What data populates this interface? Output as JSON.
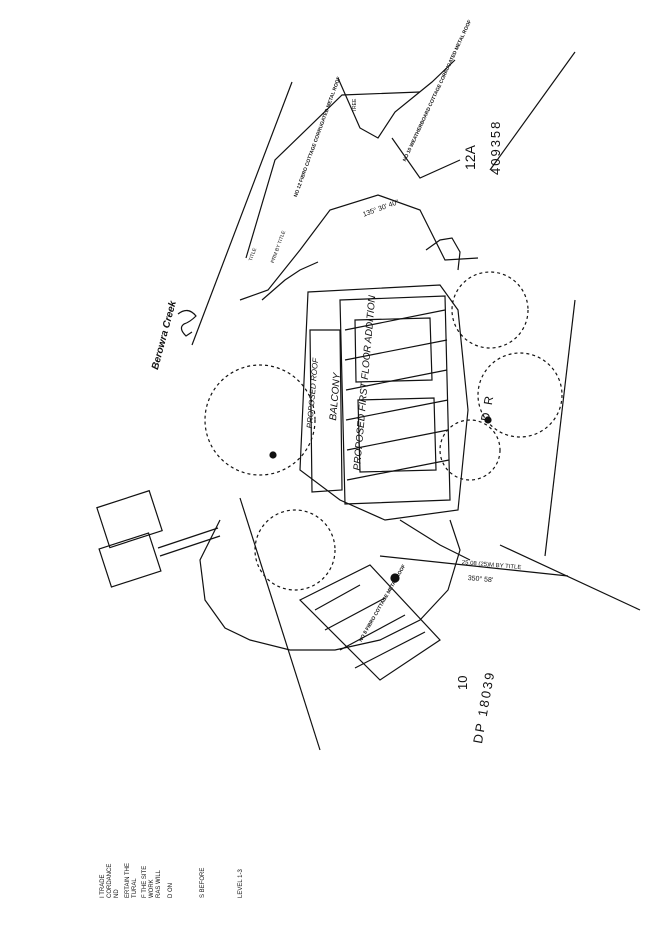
{
  "creek_label": "Berowra Creek",
  "lot_12a": "12A",
  "dp_upper": "409358",
  "lot_10": "10",
  "dp_lower": "DP 18039",
  "note_proposed": "PROPOSED FIRST FLOOR ADDITION",
  "note_balcony": "BALCONY",
  "note_roof": "PROPOSED ROOF",
  "bearing_upper": "135° 30' 40\"",
  "bearing_lower": "350° 58'",
  "dim_lower": "25.08 (25)M BY TITLE",
  "dim_upper": "PRM BY TITLE",
  "label_title": "TITLE",
  "cottage_upper": "NO 10 WEATHERBOARD COTTAGE CORRUGATED METAL ROOF",
  "cottage_upper2": "NO 12 FIBRO COTTAGE CORRUGATED METAL ROOF",
  "cottage_lower": "NO 8 FIBRO COTTAGE METAL ROOF",
  "tree_label": "TREE",
  "dr_label": "DR",
  "margin_notes": [
    "I TRADE",
    "CORDANCE",
    "ND",
    "ERTAIN THE",
    "TURAL",
    "F THE SITE",
    "WORK",
    "RAS WILL",
    "D ON",
    "S BEFORE",
    "LEVEL 1-3"
  ],
  "colors": {
    "ink": "#111111",
    "paper": "#ffffff"
  }
}
